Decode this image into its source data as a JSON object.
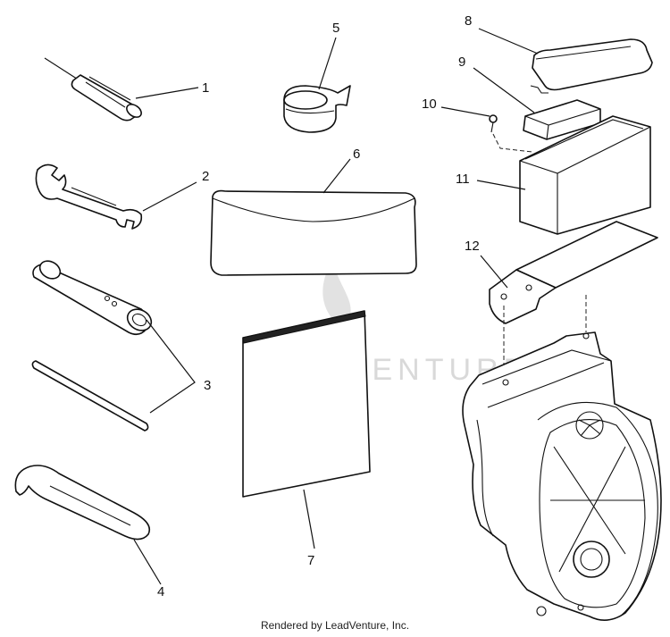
{
  "watermark": {
    "text": "LEADVENTURE"
  },
  "callouts": {
    "c1": "1",
    "c2": "2",
    "c3": "3",
    "c4": "4",
    "c5": "5",
    "c6": "6",
    "c7": "7",
    "c8": "8",
    "c9": "9",
    "c10": "10",
    "c11": "11",
    "c12": "12"
  },
  "footer": {
    "text": "Rendered by LeadVenture, Inc."
  }
}
